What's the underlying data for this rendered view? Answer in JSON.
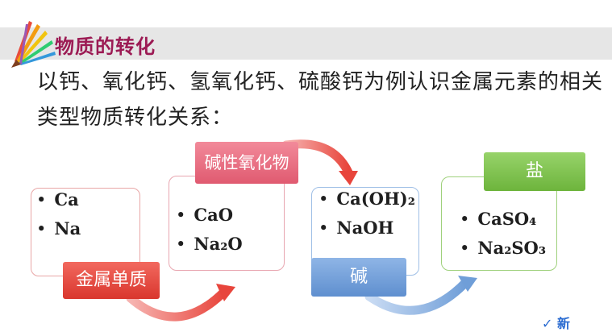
{
  "header": {
    "title": "物质的转化"
  },
  "intro": {
    "line1": "以钙、氧化钙、氢氧化钙、硫酸钙为例认识金属元素的相关",
    "line2": "类型物质转化关系："
  },
  "groups": [
    {
      "label": "金属单质",
      "items": [
        "Ca",
        "Na"
      ]
    },
    {
      "label": "碱性氧化物",
      "items": [
        "CaO",
        "Na₂O"
      ]
    },
    {
      "label": "碱",
      "items": [
        "Ca(OH)₂",
        "NaOH"
      ]
    },
    {
      "label": "盐",
      "items": [
        "CaSO₄",
        "Na₂SO₃"
      ]
    }
  ],
  "bullet": "•",
  "corner_text": "✓ 新",
  "colors": {
    "title": "#9c1b54",
    "red": "#e8453c",
    "pink": "#e8607a",
    "blue": "#6f9ed8",
    "green": "#7dc24b"
  }
}
